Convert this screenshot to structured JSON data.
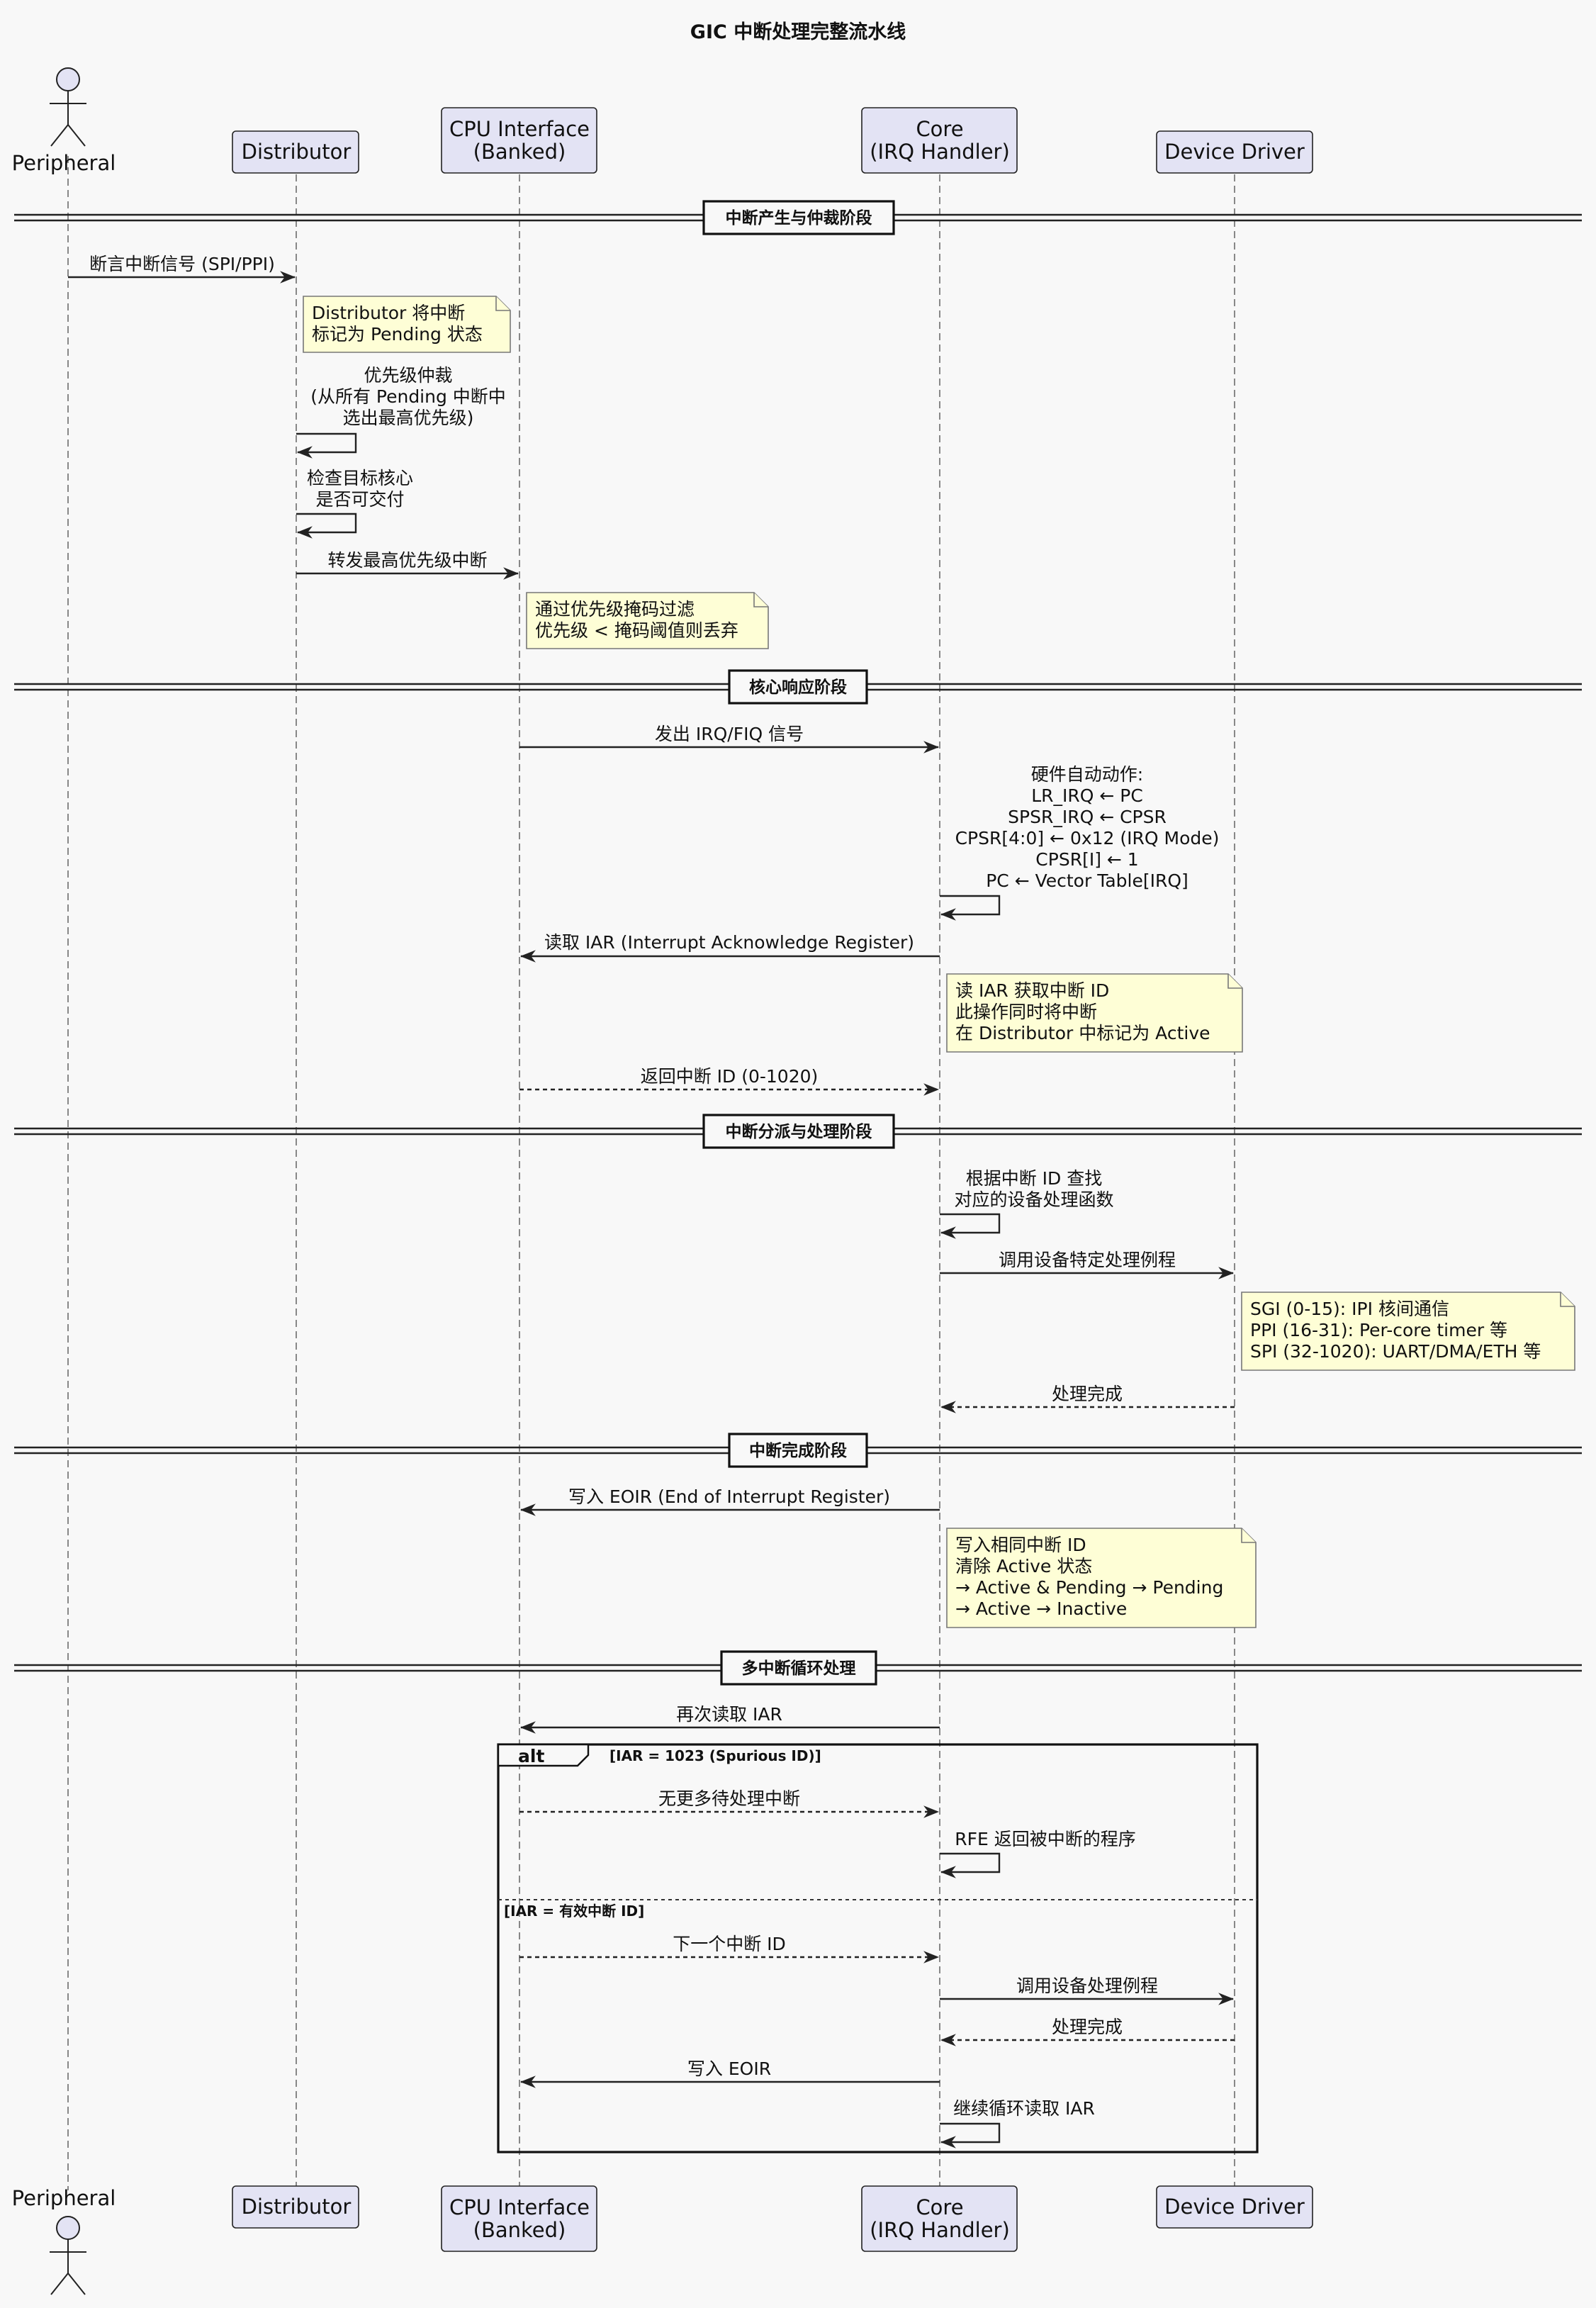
{
  "title": "GIC 中断处理完整流水线",
  "participants": {
    "peripheral": [
      "Peripheral"
    ],
    "distributor": [
      "Distributor"
    ],
    "cpu_interface": [
      "CPU Interface",
      "(Banked)"
    ],
    "core": [
      "Core",
      "(IRQ Handler)"
    ],
    "driver": [
      "Device Driver"
    ]
  },
  "dividers": {
    "phase1": "中断产生与仲裁阶段",
    "phase2": "核心响应阶段",
    "phase3": "中断分派与处理阶段",
    "phase4": "中断完成阶段",
    "phase5": "多中断循环处理"
  },
  "messages": {
    "m1": [
      "断言中断信号 (SPI/PPI)"
    ],
    "m2": [
      "优先级仲裁",
      "(从所有 Pending 中断中",
      "选出最高优先级)"
    ],
    "m3": [
      "检查目标核心",
      "是否可交付"
    ],
    "m4": [
      "转发最高优先级中断"
    ],
    "m5": [
      "发出 IRQ/FIQ 信号"
    ],
    "m6": [
      "硬件自动动作:",
      "LR_IRQ ← PC",
      "SPSR_IRQ ← CPSR",
      "CPSR[4:0] ← 0x12 (IRQ Mode)",
      "CPSR[I] ← 1",
      "PC ← Vector Table[IRQ]"
    ],
    "m7": [
      "读取 IAR (Interrupt Acknowledge Register)"
    ],
    "m8": [
      "返回中断 ID (0-1020)"
    ],
    "m9": [
      "根据中断 ID 查找",
      "对应的设备处理函数"
    ],
    "m10": [
      "调用设备特定处理例程"
    ],
    "m11": [
      "处理完成"
    ],
    "m12": [
      "写入 EOIR (End of Interrupt Register)"
    ],
    "m13": [
      "再次读取 IAR"
    ],
    "m14": [
      "无更多待处理中断"
    ],
    "m15": [
      "RFE 返回被中断的程序"
    ],
    "m16": [
      "下一个中断 ID"
    ],
    "m17": [
      "调用设备处理例程"
    ],
    "m18": [
      "处理完成"
    ],
    "m19": [
      "写入 EOIR"
    ],
    "m20": [
      "继续循环读取 IAR"
    ]
  },
  "notes": {
    "n1": [
      "Distributor 将中断",
      "标记为 Pending 状态"
    ],
    "n2": [
      "通过优先级掩码过滤",
      "优先级 < 掩码阈值则丢弃"
    ],
    "n3": [
      "读 IAR 获取中断 ID",
      "此操作同时将中断",
      "在 Distributor 中标记为 Active"
    ],
    "n4": [
      "SGI (0-15): IPI 核间通信",
      "PPI (16-31): Per-core timer 等",
      "SPI (32-1020): UART/DMA/ETH 等"
    ],
    "n5": [
      "写入相同中断 ID",
      "清除 Active 状态",
      "→ Active & Pending → Pending",
      "→ Active → Inactive"
    ]
  },
  "alt": {
    "label": "alt",
    "cond1": "[IAR = 1023 (Spurious ID)]",
    "cond2": "[IAR = 有效中断 ID]"
  }
}
